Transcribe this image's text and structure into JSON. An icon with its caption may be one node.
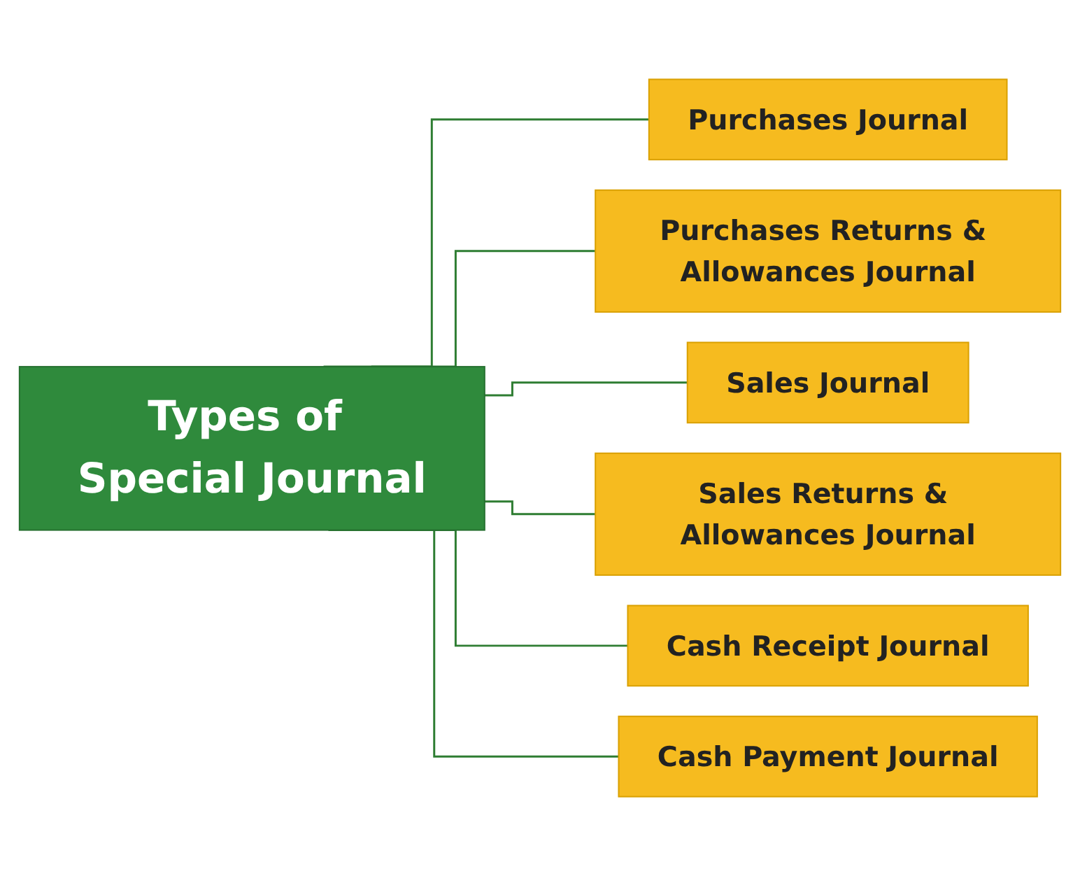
{
  "diagram": {
    "nodes": [
      {
        "text": [
          "Types of Special Journal"
        ]
      },
      {
        "text": [
          "Purchases Journal"
        ]
      },
      {
        "text": [
          "Purchases Returns & Allowances Journal"
        ]
      },
      {
        "text": [
          "Sales Journal"
        ]
      },
      {
        "text": [
          "Sales Returns & Allowances Journal"
        ]
      },
      {
        "text": [
          "Cash Receipt Journal"
        ]
      },
      {
        "text": [
          "Cash Payment Journal"
        ]
      }
    ],
    "edges": [
      {
        "from": 0,
        "to": 1,
        "arrow": "none"
      },
      {
        "from": 0,
        "to": 2,
        "arrow": "none"
      },
      {
        "from": 0,
        "to": 3,
        "arrow": "none"
      },
      {
        "from": 0,
        "to": 4,
        "arrow": "none"
      },
      {
        "from": 0,
        "to": 5,
        "arrow": "none"
      },
      {
        "from": 0,
        "to": 6,
        "arrow": "none"
      }
    ]
  }
}
